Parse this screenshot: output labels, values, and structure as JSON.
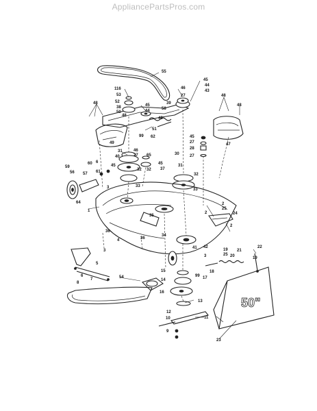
{
  "site": {
    "watermark": "AppliancePartsPros.com"
  },
  "diagram": {
    "deck_sign_text": "50\"",
    "callouts": [
      {
        "id": "c55",
        "text": "55"
      },
      {
        "id": "c116",
        "text": "116"
      },
      {
        "id": "c53",
        "text": "53"
      },
      {
        "id": "c52",
        "text": "52"
      },
      {
        "id": "c38",
        "text": "38"
      },
      {
        "id": "c50",
        "text": "50"
      },
      {
        "id": "c45a",
        "text": "45"
      },
      {
        "id": "c44a",
        "text": "44"
      },
      {
        "id": "c58",
        "text": "58"
      },
      {
        "id": "c46a",
        "text": "46"
      },
      {
        "id": "c27a",
        "text": "27"
      },
      {
        "id": "c39",
        "text": "39"
      },
      {
        "id": "c45b",
        "text": "45"
      },
      {
        "id": "c44b",
        "text": "44"
      },
      {
        "id": "c43",
        "text": "43"
      },
      {
        "id": "c48a",
        "text": "48"
      },
      {
        "id": "c48b",
        "text": "48"
      },
      {
        "id": "c48c",
        "text": "48"
      },
      {
        "id": "c48d",
        "text": "48"
      },
      {
        "id": "c51",
        "text": "51"
      },
      {
        "id": "c45c",
        "text": "45"
      },
      {
        "id": "c99a",
        "text": "99"
      },
      {
        "id": "c62",
        "text": "62"
      },
      {
        "id": "c49",
        "text": "49"
      },
      {
        "id": "c47",
        "text": "47"
      },
      {
        "id": "c45d",
        "text": "45"
      },
      {
        "id": "c27b",
        "text": "27"
      },
      {
        "id": "c28",
        "text": "28"
      },
      {
        "id": "c27c",
        "text": "27"
      },
      {
        "id": "c31",
        "text": "31"
      },
      {
        "id": "c46b",
        "text": "46"
      },
      {
        "id": "c40",
        "text": "40"
      },
      {
        "id": "c27d",
        "text": "27"
      },
      {
        "id": "c65",
        "text": "65"
      },
      {
        "id": "c32a",
        "text": "32"
      },
      {
        "id": "c32b",
        "text": "32"
      },
      {
        "id": "c45e",
        "text": "45"
      },
      {
        "id": "c37",
        "text": "37"
      },
      {
        "id": "c30",
        "text": "30"
      },
      {
        "id": "c31b",
        "text": "31"
      },
      {
        "id": "c32c",
        "text": "32"
      },
      {
        "id": "c33a",
        "text": "33"
      },
      {
        "id": "c33b",
        "text": "33"
      },
      {
        "id": "c59",
        "text": "59"
      },
      {
        "id": "c56",
        "text": "56"
      },
      {
        "id": "c60",
        "text": "60"
      },
      {
        "id": "c6a",
        "text": "6"
      },
      {
        "id": "c61",
        "text": "61"
      },
      {
        "id": "c57",
        "text": "57"
      },
      {
        "id": "c45f",
        "text": "45"
      },
      {
        "id": "c3a",
        "text": "3"
      },
      {
        "id": "c64",
        "text": "64"
      },
      {
        "id": "c1",
        "text": "1"
      },
      {
        "id": "c35",
        "text": "35"
      },
      {
        "id": "c36a",
        "text": "36"
      },
      {
        "id": "c4",
        "text": "4"
      },
      {
        "id": "c34",
        "text": "34"
      },
      {
        "id": "c36b",
        "text": "36"
      },
      {
        "id": "c3b",
        "text": "3"
      },
      {
        "id": "c2a",
        "text": "2"
      },
      {
        "id": "c25a",
        "text": "25"
      },
      {
        "id": "c24",
        "text": "24"
      },
      {
        "id": "c2b",
        "text": "2"
      },
      {
        "id": "c2c",
        "text": "2"
      },
      {
        "id": "c19",
        "text": "19"
      },
      {
        "id": "c25b",
        "text": "25"
      },
      {
        "id": "c21",
        "text": "21"
      },
      {
        "id": "c20",
        "text": "20"
      },
      {
        "id": "c22",
        "text": "22"
      },
      {
        "id": "c5",
        "text": "5"
      },
      {
        "id": "c6b",
        "text": "6"
      },
      {
        "id": "c7",
        "text": "7"
      },
      {
        "id": "c8",
        "text": "8"
      },
      {
        "id": "c54",
        "text": "54"
      },
      {
        "id": "c15",
        "text": "15"
      },
      {
        "id": "c14",
        "text": "14"
      },
      {
        "id": "c16",
        "text": "16"
      },
      {
        "id": "c99b",
        "text": "99"
      },
      {
        "id": "c41",
        "text": "41"
      },
      {
        "id": "c42",
        "text": "42"
      },
      {
        "id": "c3c",
        "text": "3"
      },
      {
        "id": "c18",
        "text": "18"
      },
      {
        "id": "c17",
        "text": "17"
      },
      {
        "id": "c13",
        "text": "13"
      },
      {
        "id": "c12",
        "text": "12"
      },
      {
        "id": "c11",
        "text": "11"
      },
      {
        "id": "c10",
        "text": "10"
      },
      {
        "id": "c9",
        "text": "9"
      },
      {
        "id": "c23",
        "text": "23"
      },
      {
        "id": "c19b",
        "text": "19"
      }
    ]
  }
}
